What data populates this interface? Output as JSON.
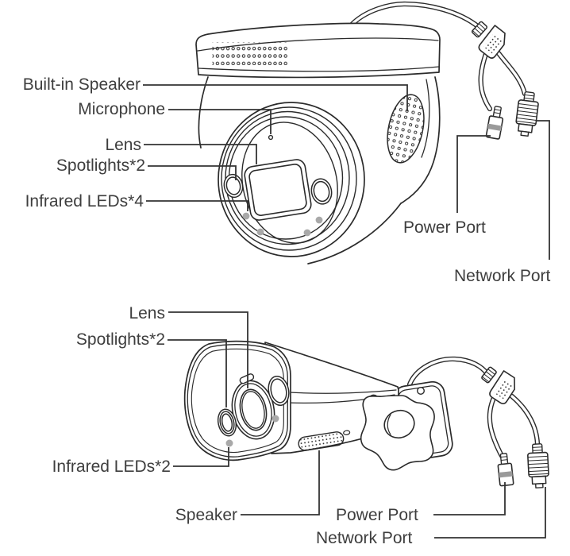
{
  "colors": {
    "line": "#2b2b2b",
    "label_text": "#3e3e3e",
    "leader_line": "#333333",
    "ir_led_dot": "#a9a9a9",
    "connector_band": "#9a9a9a",
    "background": "#ffffff"
  },
  "turret": {
    "labels": {
      "built_in_speaker": "Built-in Speaker",
      "microphone": "Microphone",
      "lens": "Lens",
      "spotlights": "Spotlights*2",
      "infrared_leds": "Infrared LEDs*4",
      "power_port": "Power Port",
      "network_port": "Network Port"
    }
  },
  "bullet": {
    "labels": {
      "lens": "Lens",
      "spotlights": "Spotlights*2",
      "infrared_leds": "Infrared LEDs*2",
      "speaker": "Speaker",
      "power_port": "Power Port",
      "network_port": "Network Port"
    }
  }
}
